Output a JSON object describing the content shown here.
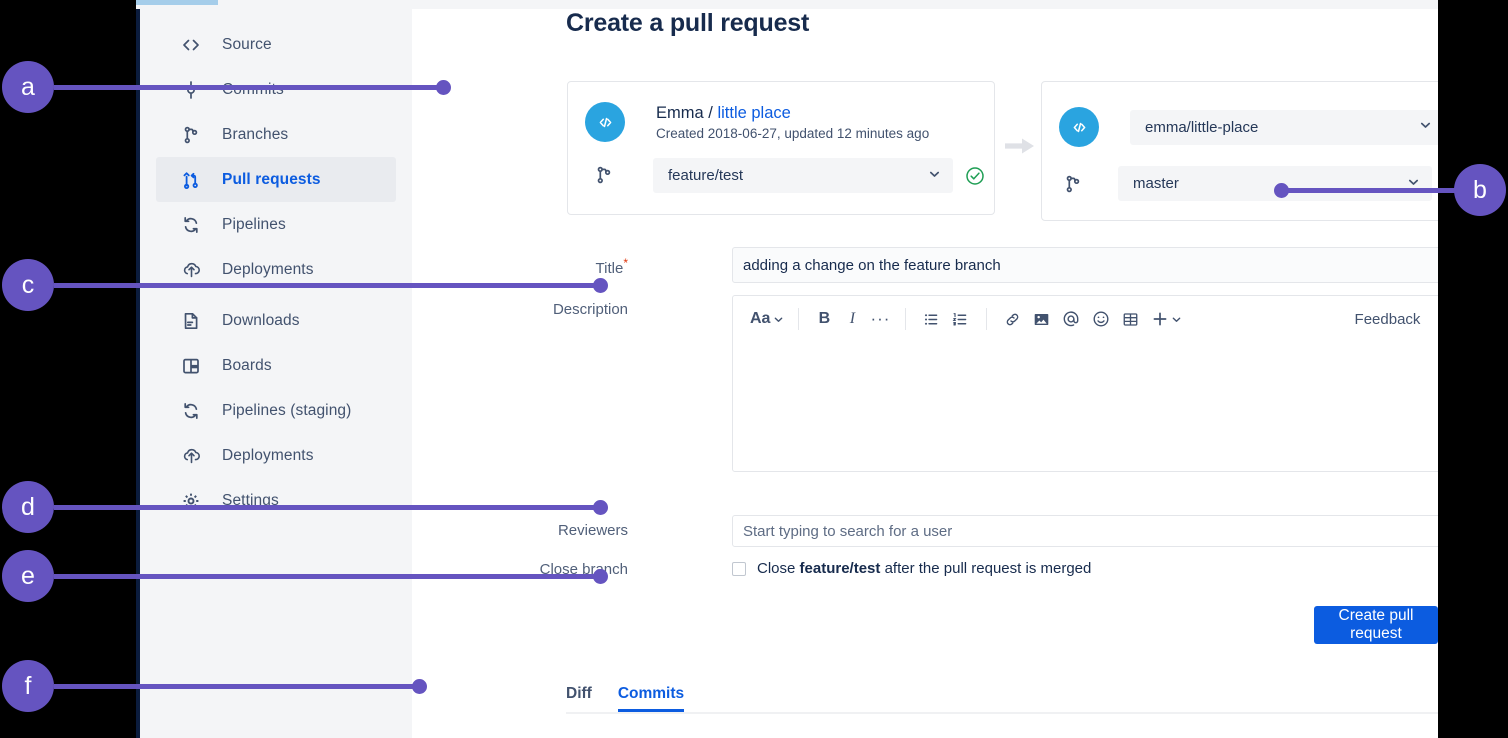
{
  "page": {
    "title": "Create a pull request"
  },
  "sidebar": {
    "groups": [
      {
        "items": [
          {
            "label": "Source",
            "icon": "code-icon",
            "active": false
          },
          {
            "label": "Commits",
            "icon": "commits-icon",
            "active": false
          },
          {
            "label": "Branches",
            "icon": "branches-icon",
            "active": false
          },
          {
            "label": "Pull requests",
            "icon": "pull-request-icon",
            "active": true
          },
          {
            "label": "Pipelines",
            "icon": "pipelines-icon",
            "active": false
          },
          {
            "label": "Deployments",
            "icon": "deployments-icon",
            "active": false
          }
        ]
      },
      {
        "items": [
          {
            "label": "Downloads",
            "icon": "downloads-icon",
            "active": false
          },
          {
            "label": "Boards",
            "icon": "boards-icon",
            "active": false
          },
          {
            "label": "Pipelines (staging)",
            "icon": "pipelines-icon",
            "active": false
          },
          {
            "label": "Deployments",
            "icon": "deployments-icon",
            "active": false
          },
          {
            "label": "Settings",
            "icon": "gear-icon",
            "active": false
          }
        ]
      }
    ]
  },
  "source_panel": {
    "owner": "Emma",
    "separator": "/",
    "repo_link": "little place",
    "meta": "Created 2018-06-27, updated 12 minutes ago",
    "branch_value": "feature/test",
    "status": "valid"
  },
  "destination_panel": {
    "repo_value": "emma/little-place",
    "branch_value": "master",
    "status": "valid"
  },
  "form": {
    "title_label": "Title",
    "title_required_marker": "*",
    "title_value": "adding a change on the feature branch",
    "description_label": "Description",
    "reviewers_label": "Reviewers",
    "reviewers_placeholder": "Start typing to search for a user",
    "close_branch_label": "Close branch",
    "close_text_before": "Close",
    "close_branch_name": "feature/test",
    "close_text_after": "after the pull request is merged",
    "close_checked": false,
    "submit_label": "Create pull request"
  },
  "editor_toolbar": {
    "text_style_label": "Aa",
    "buttons": [
      "bold-icon",
      "italic-icon",
      "more-formatting-icon",
      "bullet-list-icon",
      "numbered-list-icon",
      "link-icon",
      "image-icon",
      "mention-icon",
      "emoji-icon",
      "table-icon",
      "insert-more-icon"
    ],
    "feedback_label": "Feedback",
    "help_label": "?"
  },
  "tabs": [
    {
      "label": "Diff",
      "active": false
    },
    {
      "label": "Commits",
      "active": true
    }
  ],
  "callouts": [
    {
      "id": "a",
      "label": "a"
    },
    {
      "id": "b",
      "label": "b"
    },
    {
      "id": "c",
      "label": "c"
    },
    {
      "id": "d",
      "label": "d"
    },
    {
      "id": "e",
      "label": "e"
    },
    {
      "id": "f",
      "label": "f"
    }
  ],
  "colors": {
    "callout_purple": "#6554c0",
    "link_blue": "#0c5ce0",
    "avatar_blue": "#2aa4e0",
    "status_green": "#36b37e",
    "text_dark": "#172b4d",
    "sidebar_bg": "#f4f5f7"
  }
}
